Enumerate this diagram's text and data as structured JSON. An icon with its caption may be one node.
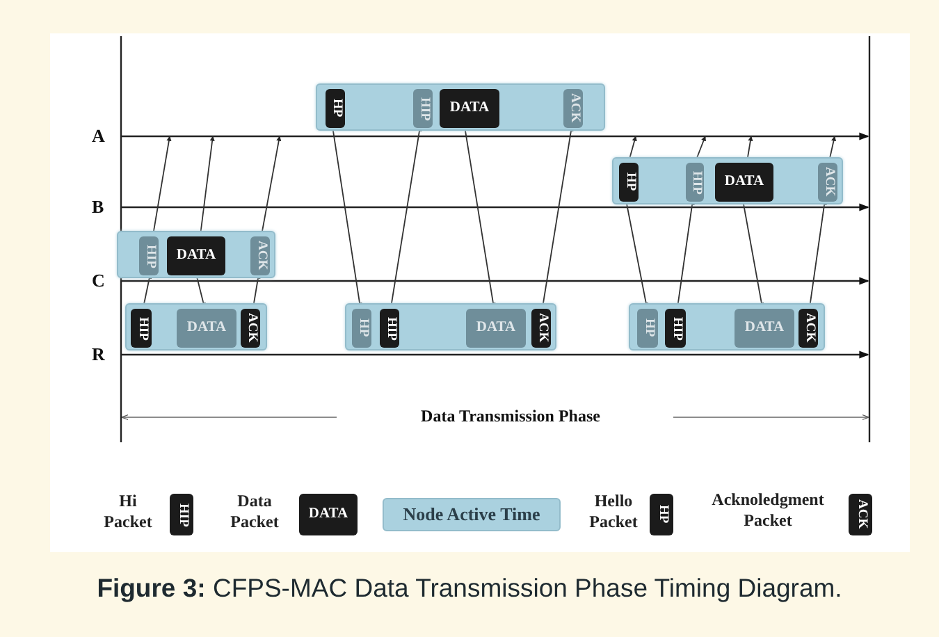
{
  "diagram": {
    "caption": "**Figure 3:** CFPS-MAC Data Transmission Phase Timing Diagram.",
    "nodes": [
      {
        "text": [],
        "shape": "box"
      },
      {
        "text": [
          "HP"
        ],
        "in": 0
      },
      {
        "text": [
          "HIP"
        ],
        "in": 0
      },
      {
        "text": [
          "DATA"
        ],
        "in": 0
      },
      {
        "text": [
          "ACK"
        ],
        "in": 0
      },
      {
        "text": [],
        "shape": "box"
      },
      {
        "text": [
          "HP"
        ],
        "in": 5
      },
      {
        "text": [
          "HIP"
        ],
        "in": 5
      },
      {
        "text": [
          "DATA"
        ],
        "in": 5
      },
      {
        "text": [
          "ACK"
        ],
        "in": 5
      },
      {
        "text": [],
        "shape": "box"
      },
      {
        "text": [
          "HIP"
        ],
        "in": 10
      },
      {
        "text": [
          "DATA"
        ],
        "in": 10
      },
      {
        "text": [
          "ACK"
        ],
        "in": 10
      },
      {
        "text": [],
        "shape": "box"
      },
      {
        "text": [
          "HIP"
        ],
        "in": 14
      },
      {
        "text": [
          "DATA"
        ],
        "in": 14
      },
      {
        "text": [
          "ACK"
        ],
        "in": 14
      },
      {
        "text": [],
        "shape": "box"
      },
      {
        "text": [
          "HP"
        ],
        "in": 18
      },
      {
        "text": [
          "HIP"
        ],
        "in": 18
      },
      {
        "text": [
          "DATA"
        ],
        "in": 18
      },
      {
        "text": [
          "ACK"
        ],
        "in": 18
      },
      {
        "text": [],
        "shape": "box"
      },
      {
        "text": [
          "HP"
        ],
        "in": 23
      },
      {
        "text": [
          "HIP"
        ],
        "in": 23
      },
      {
        "text": [
          "DATA"
        ],
        "in": 23
      },
      {
        "text": [
          "ACK"
        ],
        "in": 23
      }
    ],
    "edges": [
      {
        "from": 15,
        "to": 11,
        "arrow": "to"
      },
      {
        "from": 11,
        "to": null,
        "arrow": "to"
      },
      {
        "from": 12,
        "to": 16,
        "arrow": "to"
      },
      {
        "from": 12,
        "to": null,
        "arrow": "to"
      },
      {
        "from": 17,
        "to": 13,
        "arrow": "to"
      },
      {
        "from": 13,
        "to": null,
        "arrow": "to"
      },
      {
        "from": 1,
        "to": 19,
        "arrow": "to"
      },
      {
        "from": 20,
        "to": 2,
        "arrow": "to"
      },
      {
        "from": 3,
        "to": 21,
        "arrow": "to"
      },
      {
        "from": 22,
        "to": 4,
        "arrow": "to"
      },
      {
        "from": 6,
        "to": 24,
        "arrow": "to"
      },
      {
        "from": 6,
        "to": null,
        "arrow": "to"
      },
      {
        "from": 25,
        "to": 7,
        "arrow": "to"
      },
      {
        "from": 7,
        "to": null,
        "arrow": "to"
      },
      {
        "from": 8,
        "to": 26,
        "arrow": "to"
      },
      {
        "from": 8,
        "to": null,
        "arrow": "to"
      },
      {
        "from": 27,
        "to": 9,
        "arrow": "to"
      },
      {
        "from": 9,
        "to": null,
        "arrow": "to"
      }
    ],
    "labels": [
      "A",
      "B",
      "C",
      "R",
      "Data Transmission Phase",
      "HIP",
      "DATA",
      "HP",
      "ACK"
    ],
    "legend": [
      {
        "text": "Hi Packet"
      },
      {
        "text": "Data Packet"
      },
      {
        "text": "Node Active Time",
        "color": "#aad1df"
      },
      {
        "text": "Hello Packet"
      },
      {
        "text": "Acknoledgment Packet"
      }
    ]
  }
}
